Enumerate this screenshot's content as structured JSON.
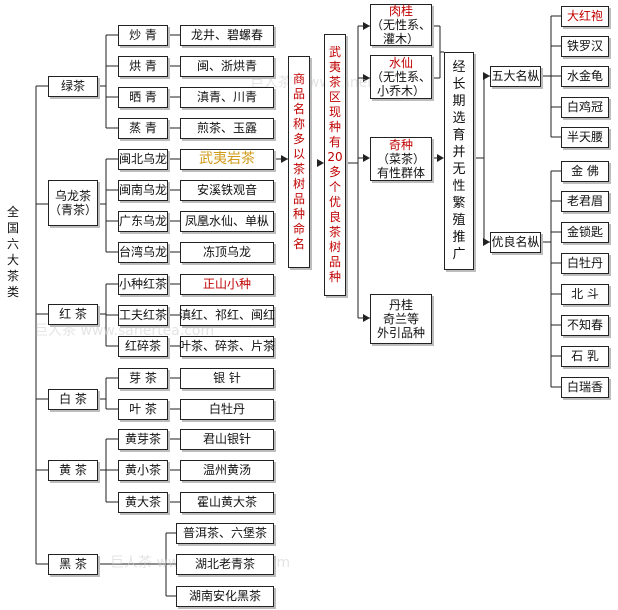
{
  "root": [
    "全",
    "国",
    "六",
    "大",
    "茶",
    "类"
  ],
  "categories": [
    {
      "label": "绿茶",
      "subs": [
        {
          "type": "炒 青",
          "examples": "龙井、碧螺春"
        },
        {
          "type": "烘 青",
          "examples": "闽、浙烘青"
        },
        {
          "type": "晒 青",
          "examples": "滇青、川青"
        },
        {
          "type": "蒸 青",
          "examples": "煎茶、玉露"
        }
      ]
    },
    {
      "label_lines": [
        "乌龙茶",
        "（青茶）"
      ],
      "subs": [
        {
          "type": "闽北乌龙",
          "examples": "武夷岩茶"
        },
        {
          "type": "闽南乌龙",
          "examples": "安溪铁观音"
        },
        {
          "type": "广东乌龙",
          "examples": "凤凰水仙、单枞"
        },
        {
          "type": "台湾乌龙",
          "examples": "冻顶乌龙"
        }
      ]
    },
    {
      "label": "红 茶",
      "subs": [
        {
          "type": "小种红茶",
          "examples": "正山小种"
        },
        {
          "type": "工夫红茶",
          "examples": "滇红、祁红、闽红"
        },
        {
          "type": "红碎茶",
          "examples": "叶茶、碎茶、片茶"
        }
      ]
    },
    {
      "label": "白 茶",
      "subs": [
        {
          "type": "芽 茶",
          "examples": "银 针"
        },
        {
          "type": "叶 茶",
          "examples": "白牡丹"
        }
      ]
    },
    {
      "label": "黄 茶",
      "subs": [
        {
          "type": "黄芽茶",
          "examples": "君山银针"
        },
        {
          "type": "黄小茶",
          "examples": "温州黄汤"
        },
        {
          "type": "黄大茶",
          "examples": "霍山黄大茶"
        }
      ]
    },
    {
      "label": "黑 茶",
      "subs": [
        {
          "examples": "普洱茶、六堡茶"
        },
        {
          "examples": "湖北老青茶"
        },
        {
          "examples": "湖南安化黑茶"
        }
      ]
    }
  ],
  "naming_box": [
    "商",
    "品",
    "名",
    "称",
    "多",
    "以",
    "茶",
    "树",
    "品",
    "种",
    "命",
    "名"
  ],
  "wuyi_box": [
    "武",
    "夷",
    "茶",
    "区",
    "现",
    "种",
    "有",
    "20",
    "多",
    "个",
    "优",
    "良",
    "茶",
    "树",
    "品",
    "种"
  ],
  "varieties": [
    {
      "name": "肉桂",
      "desc": "（无性系、",
      "desc2": "灌木）"
    },
    {
      "name": "水仙",
      "desc": "（无性系、",
      "desc2": "小乔木）"
    },
    {
      "name": "奇种",
      "desc": "（菜茶）",
      "desc2": "有性群体"
    },
    {
      "name": "丹桂",
      "desc": "奇兰等",
      "desc2": "外引品种"
    }
  ],
  "selection_box": [
    "经",
    "长",
    "期",
    "选",
    "育",
    "并",
    "无",
    "性",
    "繁",
    "殖",
    "推",
    "广"
  ],
  "groups": {
    "famous": "五大名枞",
    "fine": "优良名枞"
  },
  "famous": [
    "大红袍",
    "铁罗汉",
    "水金龟",
    "白鸡冠",
    "半天腰"
  ],
  "fine": [
    "金 佛",
    "老君眉",
    "金锁匙",
    "白牡丹",
    "北 斗",
    "不知春",
    "石 乳",
    "白瑞香"
  ],
  "watermarks": [
    "巨人茶 www.sanertea.com",
    "巨人茶 www.sanertea.com",
    "巨人茶 www.sanertea.com"
  ],
  "colors": {
    "highlight_red": "#c00000",
    "highlight_gold": "#d19a17"
  }
}
